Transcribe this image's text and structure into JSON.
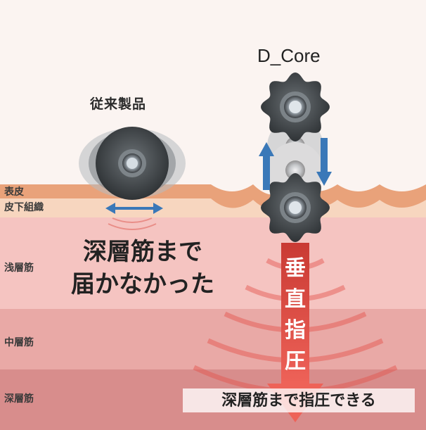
{
  "labels": {
    "conventional": "従来製品",
    "dcore": "D_Core",
    "not_reach": "深層筋まで届かなかった",
    "not_reach_line1": "深層筋まで",
    "not_reach_line2": "届かなかった",
    "vertical_press": [
      "垂",
      "直",
      "指",
      "圧"
    ],
    "reach_deep": "深層筋まで指圧できる"
  },
  "layers": [
    {
      "name": "表皮"
    },
    {
      "name": "皮下組織"
    },
    {
      "name": "浅層筋"
    },
    {
      "name": "中層筋"
    },
    {
      "name": "深層筋"
    }
  ],
  "colors": {
    "epidermis": "#e9a27a",
    "subcutaneous": "#f7d6bf",
    "superficial_muscle": "#f5c4c1",
    "middle_muscle": "#e9a9a6",
    "deep_muscle": "#d88d8c",
    "arrow_red": "#e0453e",
    "arrow_blue": "#3a78b8",
    "roller_dark": "#4a4e52"
  }
}
